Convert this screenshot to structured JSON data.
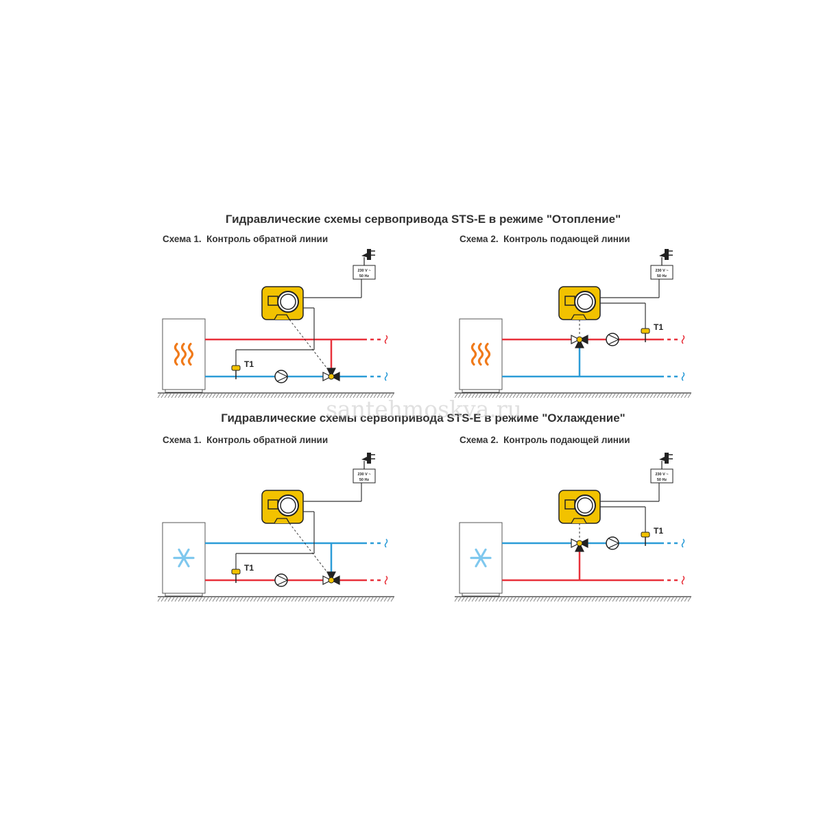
{
  "titles": {
    "heating": "Гидравлические схемы сервопривода STS-E в режиме \"Отопление\"",
    "cooling": "Гидравлические схемы сервопривода STS-E в режиме \"Охлаждение\""
  },
  "watermark": "santehmoskva.ru",
  "panels": [
    {
      "scheme": "Схема 1.",
      "caption": "Контроль обратной линии",
      "sensor": "T1",
      "power_line1": "230 V ~",
      "power_line2": "50 Hz",
      "mode_icon": "heat-waves-icon"
    },
    {
      "scheme": "Схема 2.",
      "caption": "Контроль подающей линии",
      "sensor": "T1",
      "power_line1": "230 V ~",
      "power_line2": "50 Hz",
      "mode_icon": "heat-waves-icon"
    },
    {
      "scheme": "Схема 1.",
      "caption": "Контроль обратной линии",
      "sensor": "T1",
      "power_line1": "230 V ~",
      "power_line2": "50 Hz",
      "mode_icon": "snowflake-icon"
    },
    {
      "scheme": "Схема 2.",
      "caption": "Контроль подающей линии",
      "sensor": "T1",
      "power_line1": "230 V ~",
      "power_line2": "50 Hz",
      "mode_icon": "snowflake-icon"
    }
  ],
  "colors": {
    "hot": "#e8303a",
    "cold": "#2a9bd7",
    "actuator": "#f2c200",
    "line": "#333333",
    "ground": "#333333",
    "heat_icon": "#f07a1a",
    "snow_icon": "#7fc8ee"
  }
}
